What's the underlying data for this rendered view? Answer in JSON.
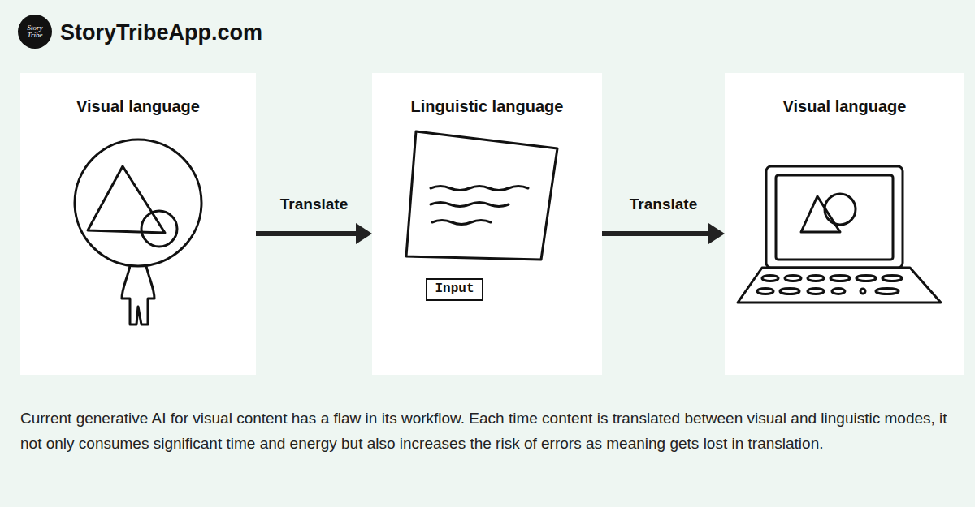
{
  "diagram": {
    "title": "StoryTribeApp.com",
    "caption": "Current generative AI for visual content has a flaw in its workflow. Each time content is translated between visual and linguistic modes, it not only consumes significant time and energy but also increases the risk of errors as meaning gets lost in translation.",
    "nodes": [
      {
        "text": [
          "Story Tribe"
        ]
      },
      {
        "text": [
          "Visual language"
        ]
      },
      {
        "text": [
          "Linguistic language"
        ]
      },
      {
        "text": [
          "Input"
        ],
        "in": 2
      },
      {
        "text": [
          "Visual language"
        ]
      }
    ],
    "edges": [
      {
        "from": 1,
        "to": 2,
        "arrow": "to",
        "label": "Translate"
      },
      {
        "from": 2,
        "to": 4,
        "arrow": "to",
        "label": "Translate"
      }
    ]
  }
}
